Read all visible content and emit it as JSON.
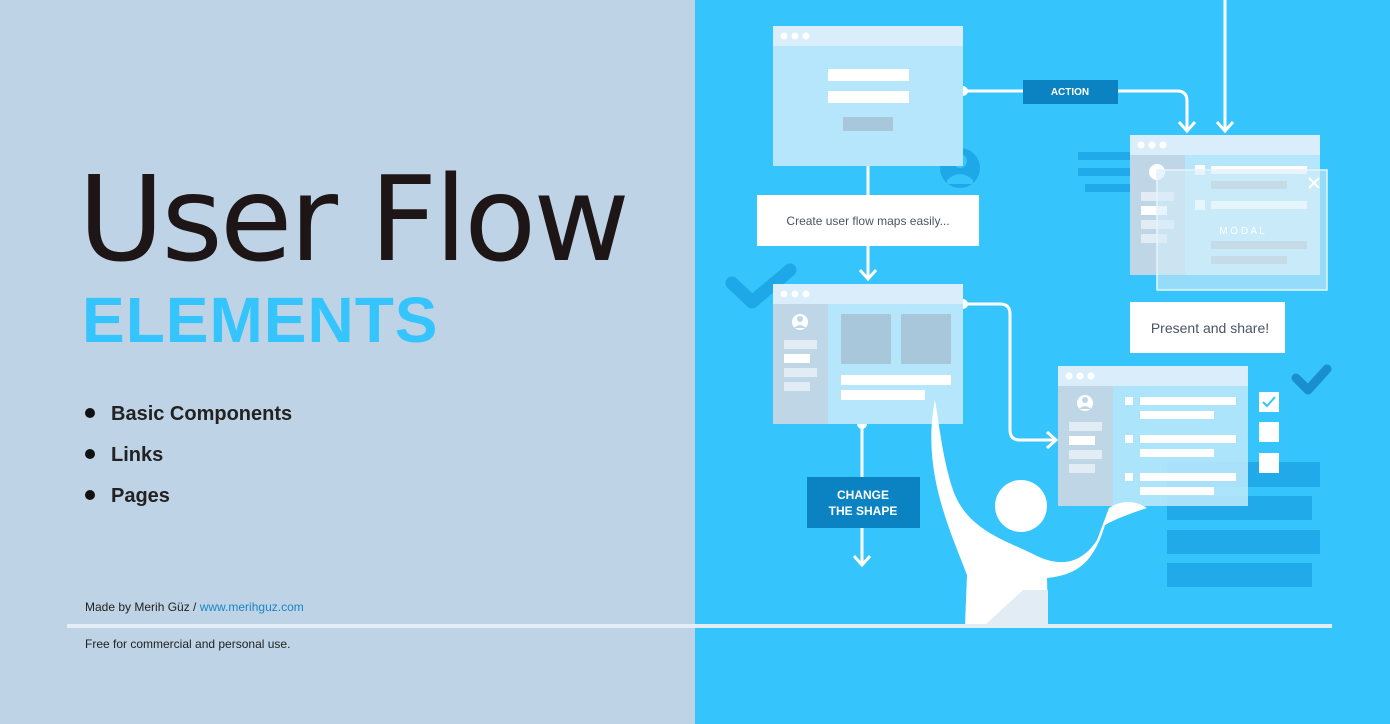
{
  "title": "User Flow",
  "subtitle": "ELEMENTS",
  "features": [
    "Basic Components",
    "Links",
    "Pages"
  ],
  "credit": {
    "prefix": "Made by Merih Güz / ",
    "link_text": "www.merihguz.com"
  },
  "license": "Free for commercial and personal use.",
  "diagram": {
    "action_label": "ACTION",
    "create_label": "Create user flow maps easily...",
    "present_label": "Present and share!",
    "change_line1": "CHANGE",
    "change_line2": "THE SHAPE",
    "modal_label": "M  O  D  A  L"
  },
  "colors": {
    "left_bg": "#bed3e5",
    "right_bg": "#36c4fc",
    "accent": "#36c4fc",
    "dark_button": "#0b82c2",
    "title_text": "#1e1616"
  }
}
